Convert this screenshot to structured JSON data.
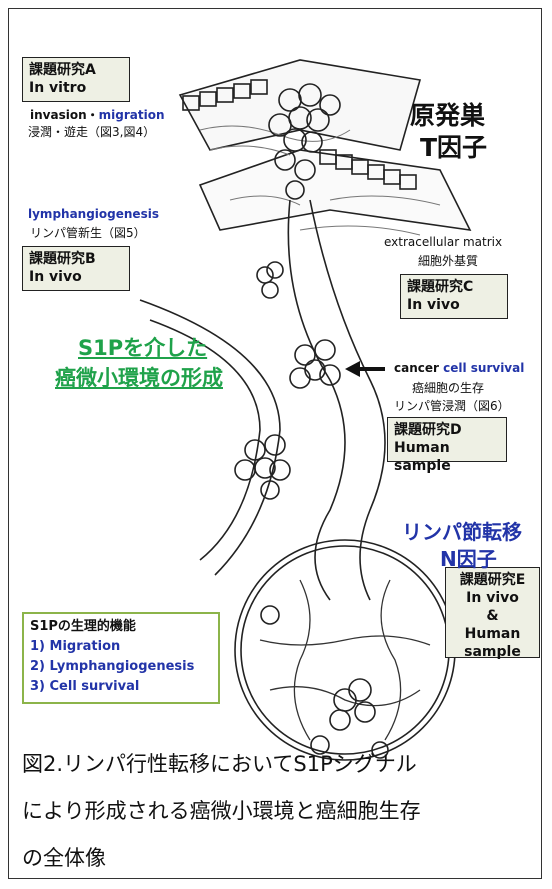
{
  "labels": {
    "primary_tumor": "原発巣",
    "t_factor": "T因子",
    "lymph_node_metastasis": "リンパ節転移",
    "n_factor": "N因子",
    "invasion": "invasion・",
    "migration": "migration",
    "invasion_jp": "浸潤・遊走（図3,図4）",
    "lymphangiogenesis": "lymphangiogenesis",
    "lymphangiogenesis_jp": "リンパ管新生（図5）",
    "ecm": "extracellular matrix",
    "ecm_jp": "細胞外基質",
    "s1p_line1": "S1Pを介した",
    "s1p_line2": "癌微小環境の形成",
    "cancer": "cancer ",
    "cell_survival": "cell survival",
    "survival_jp": "癌細胞の生存",
    "lymph_invasion_jp": "リンパ管浸潤（図6）"
  },
  "boxes": {
    "a": {
      "title": "課題研究A",
      "sub": "In vitro"
    },
    "b": {
      "title": "課題研究B",
      "sub": "In vivo"
    },
    "c": {
      "title": "課題研究C",
      "sub": "In vivo"
    },
    "d": {
      "title": "課題研究D",
      "sub": "Human sample"
    },
    "e": {
      "title": "課題研究E",
      "line1": "In vivo",
      "line2": "&",
      "line3": "Human",
      "line4": "sample"
    }
  },
  "functions": {
    "title": "S1Pの生理的機能",
    "items": [
      "1) Migration",
      "2) Lymphangiogenesis",
      "3) Cell survival"
    ]
  },
  "caption": {
    "line1": "図2.リンパ行性転移においてS1Pシグナル",
    "line2": "により形成される癌微小環境と癌細胞生存",
    "line3": "の全体像"
  },
  "colors": {
    "blue": "#2234a8",
    "green": "#1fa24a",
    "box_bg": "#eef0e4",
    "box_border_green": "#8cb44a"
  }
}
